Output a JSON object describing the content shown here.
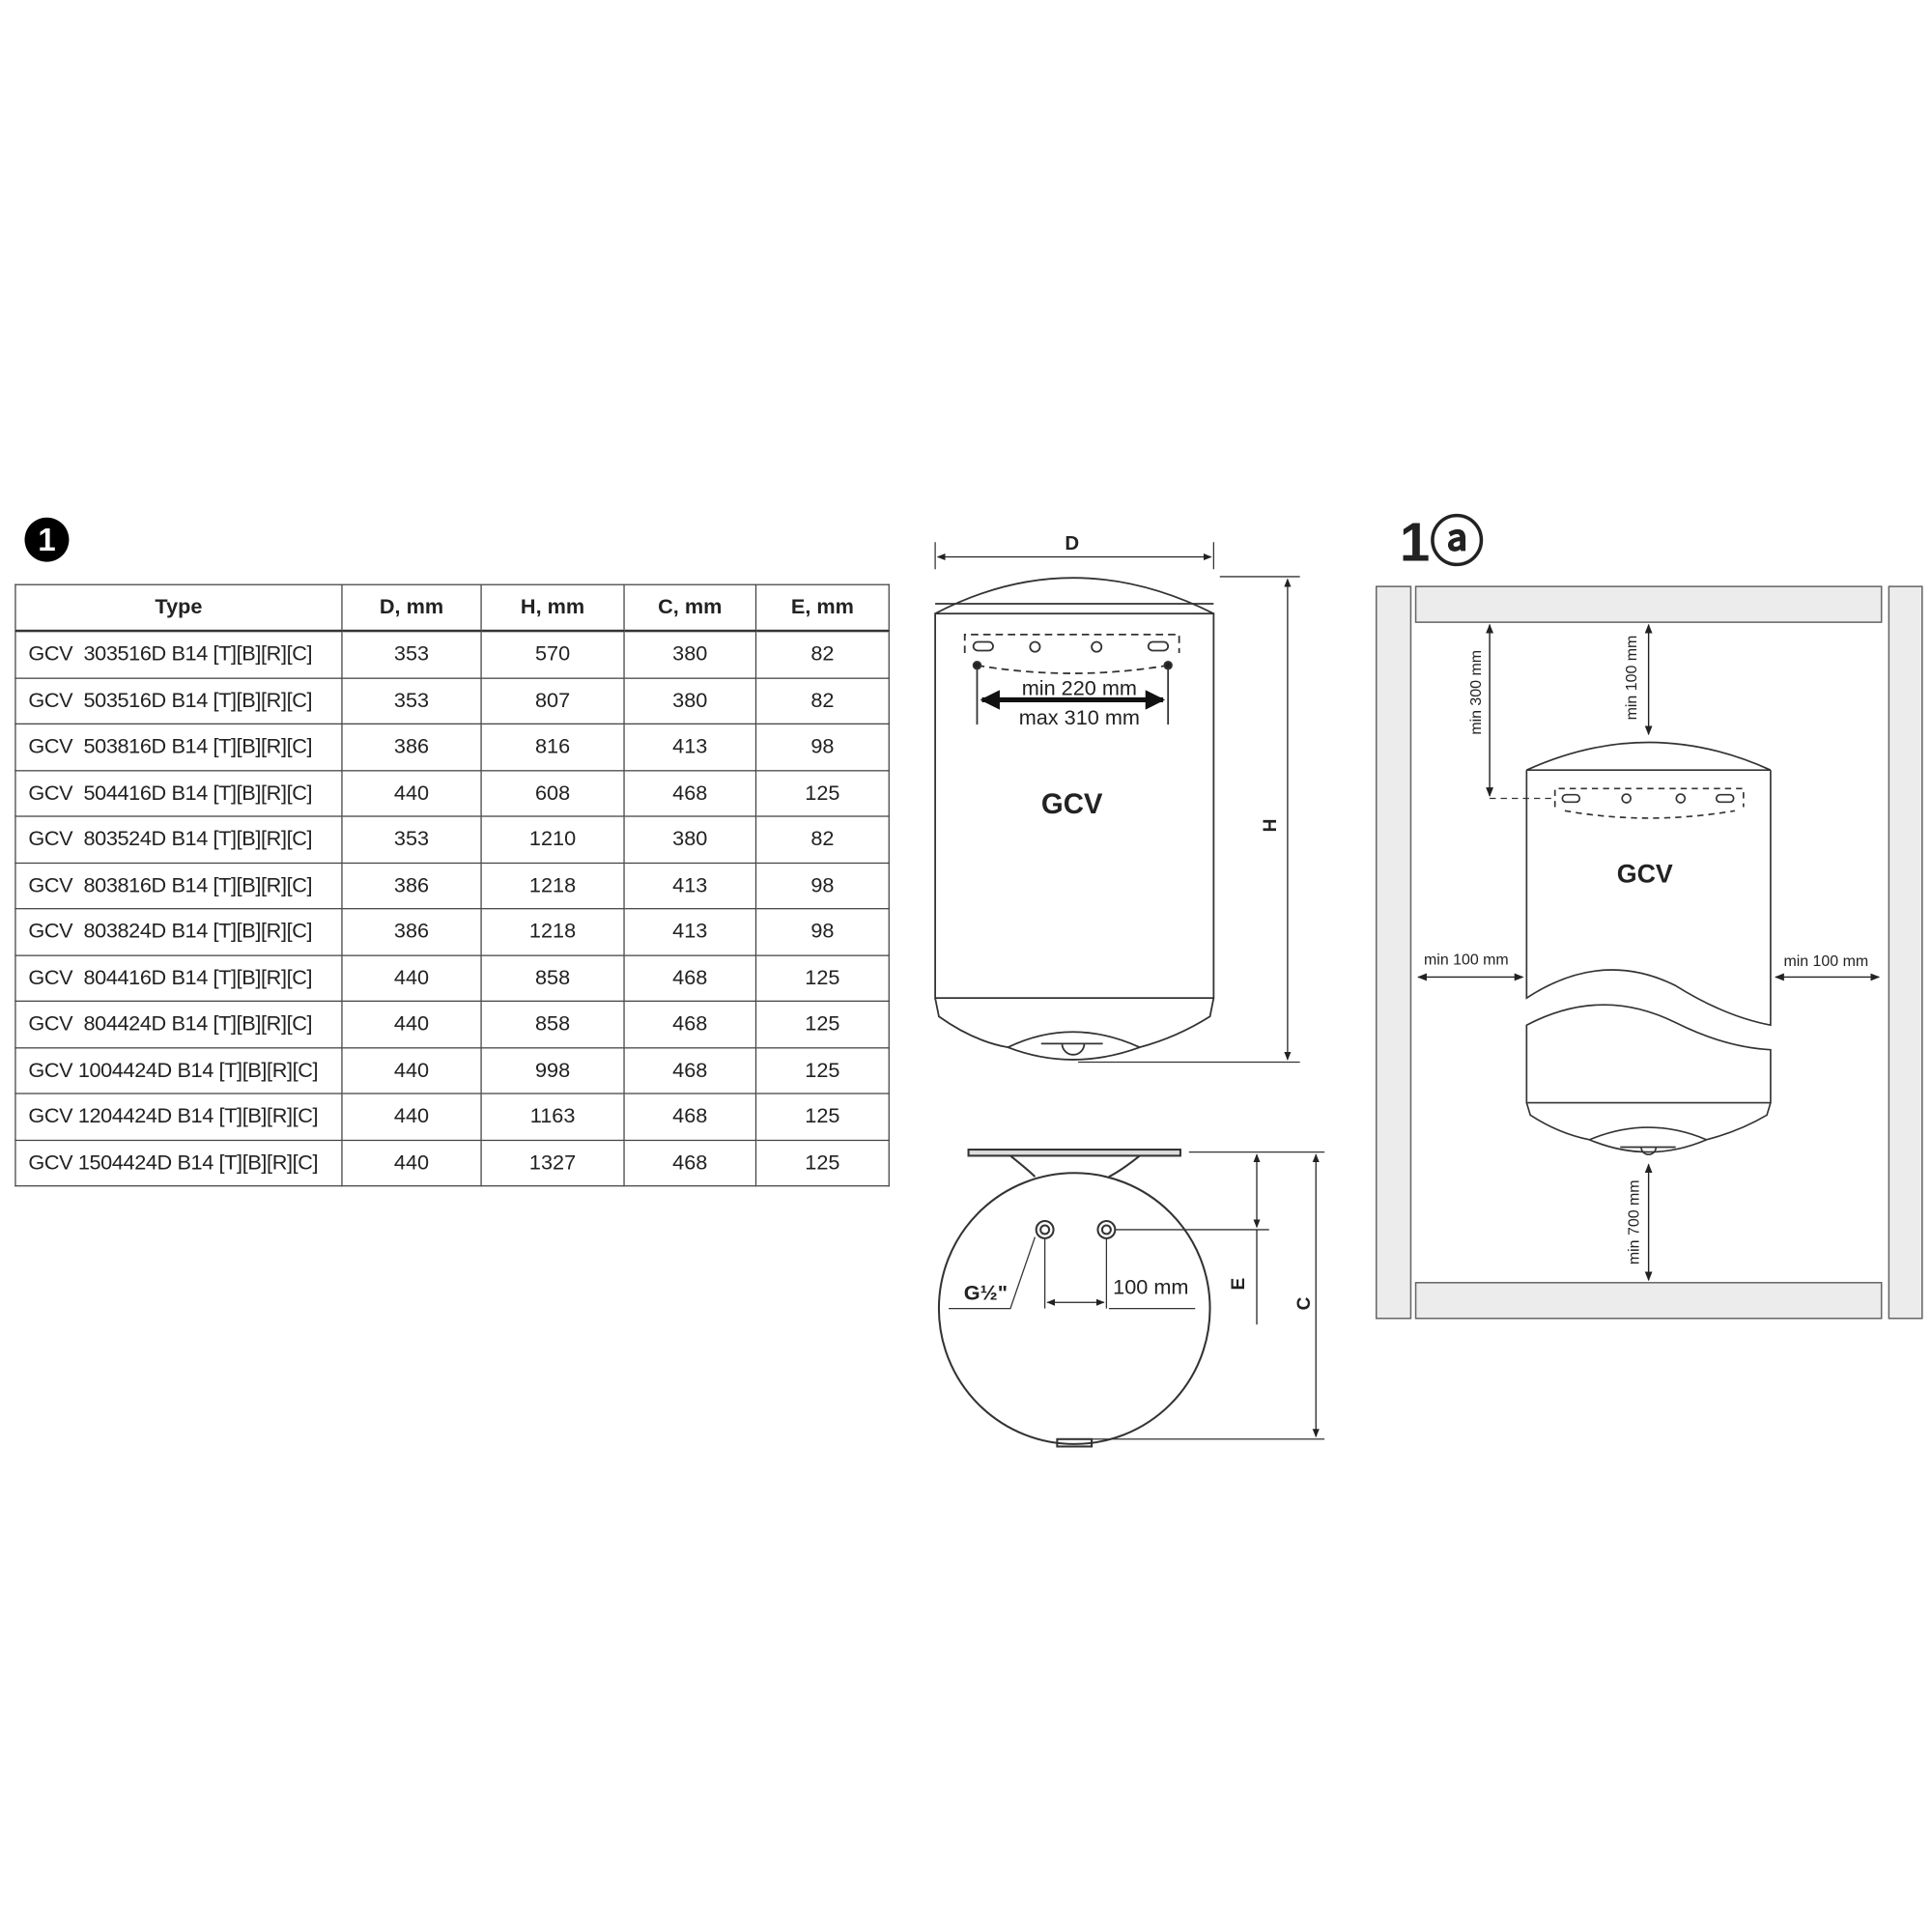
{
  "figure_number": "1",
  "figure_variant": "1ⓐ",
  "table": {
    "headers": [
      "Type",
      "D, mm",
      "H, mm",
      "C, mm",
      "E, mm"
    ],
    "rows": [
      [
        "GCV  303516D B14 [T][B][R][C]",
        "353",
        "570",
        "380",
        "82"
      ],
      [
        "GCV  503516D B14 [T][B][R][C]",
        "353",
        "807",
        "380",
        "82"
      ],
      [
        "GCV  503816D B14 [T][B][R][C]",
        "386",
        "816",
        "413",
        "98"
      ],
      [
        "GCV  504416D B14 [T][B][R][C]",
        "440",
        "608",
        "468",
        "125"
      ],
      [
        "GCV  803524D B14 [T][B][R][C]",
        "353",
        "1210",
        "380",
        "82"
      ],
      [
        "GCV  803816D B14 [T][B][R][C]",
        "386",
        "1218",
        "413",
        "98"
      ],
      [
        "GCV  803824D B14 [T][B][R][C]",
        "386",
        "1218",
        "413",
        "98"
      ],
      [
        "GCV  804416D B14 [T][B][R][C]",
        "440",
        "858",
        "468",
        "125"
      ],
      [
        "GCV  804424D B14 [T][B][R][C]",
        "440",
        "858",
        "468",
        "125"
      ],
      [
        "GCV 1004424D B14 [T][B][R][C]",
        "440",
        "998",
        "468",
        "125"
      ],
      [
        "GCV 1204424D B14 [T][B][R][C]",
        "440",
        "1163",
        "468",
        "125"
      ],
      [
        "GCV 1504424D B14 [T][B][R][C]",
        "440",
        "1327",
        "468",
        "125"
      ]
    ]
  },
  "front_view": {
    "label_d": "D",
    "label_h": "H",
    "brand": "GCV",
    "bracket_min": "min 220 mm",
    "bracket_max": "max 310 mm"
  },
  "top_view": {
    "label_e": "E",
    "label_c": "C",
    "pipe_spacing": "100 mm",
    "thread": "G½\""
  },
  "installation": {
    "brand": "GCV",
    "top_clearance": "min 100 mm",
    "bracket_clearance": "min 300 mm",
    "left_clearance": "min 100 mm",
    "right_clearance": "min 100 mm",
    "bottom_clearance": "min 700 mm"
  }
}
